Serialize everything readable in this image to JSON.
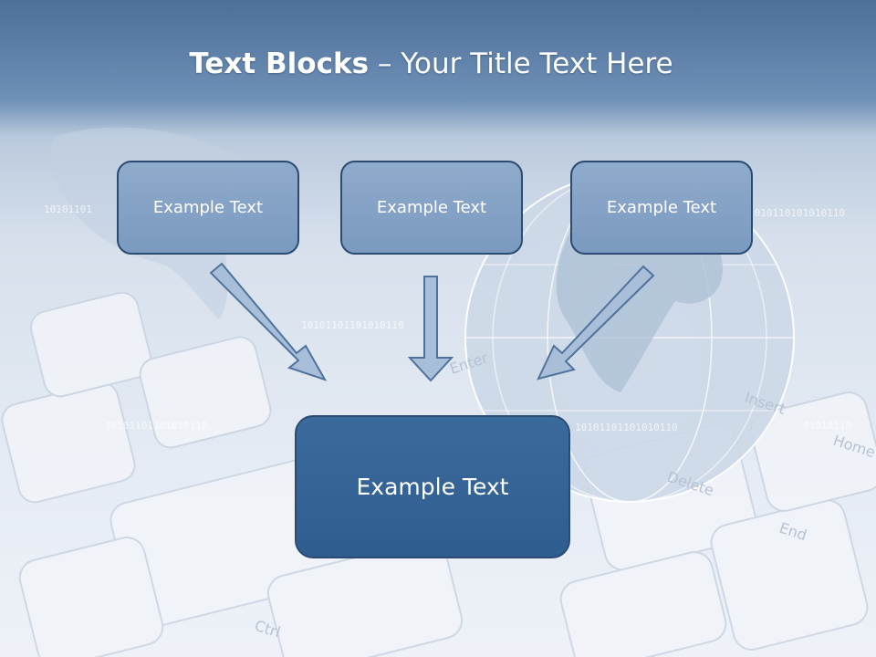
{
  "title": {
    "bold": "Text Blocks",
    "dash": " – ",
    "rest": "Your Title Text Here"
  },
  "blocks": {
    "top": [
      "Example Text",
      "Example Text",
      "Example Text"
    ],
    "bottom": "Example Text"
  },
  "background": {
    "binary_strips": [
      "10101101",
      "10101101101010110",
      "10101101101010110",
      "10101101101010110",
      "1010110101010110",
      "01010110"
    ],
    "key_labels": [
      "Delete",
      "End",
      "Ctrl",
      "Enter",
      "Home",
      "Insert"
    ]
  },
  "colors": {
    "header": "#4d6f98",
    "top_box_fill": "#8fabcc",
    "bottom_box_fill": "#2f5d90",
    "box_border": "#2b4b72",
    "arrow_fill": "#a9bfd9"
  }
}
